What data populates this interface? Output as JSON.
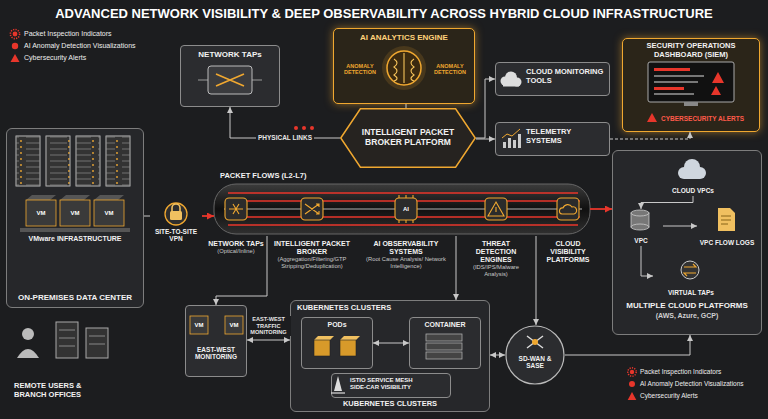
{
  "diagram": {
    "title": "ADVANCED NETWORK VISIBILITY & DEEP OBSERVABILITY ACROSS HYBRID CLOUD INFRASTRUCTURE",
    "nodes": [
      {
        "text": [
          "NETWORK TAPs"
        ]
      },
      {
        "text": [
          "AI ANALYTICS ENGINE",
          "ANOMALY DETECTION",
          "ANOMALY DETECTION"
        ]
      },
      {
        "text": [
          "CLOUD MONITORING TOOLS"
        ]
      },
      {
        "text": [
          "SECURITY OPERATIONS DASHBOARD (SIEM)",
          "CYBERSECURITY ALERTS"
        ]
      },
      {
        "text": [
          "INTELLIGENT PACKET BROKER PLATFORM"
        ]
      },
      {
        "text": [
          "TELEMETRY SYSTEMS"
        ]
      },
      {
        "text": [
          "VMware INFRASTRUCTURE",
          "ON-PREMISES DATA CENTER"
        ]
      },
      {
        "text": [
          "SITE-TO-SITE VPN"
        ]
      },
      {
        "text": [
          "PACKET FLOWS (L2-L7)"
        ]
      },
      {
        "text": [
          "NETWORK TAPs",
          "(Optical/Inline)"
        ]
      },
      {
        "text": [
          "INTELLIGENT PACKET BROKER",
          "(Aggregation/Filtering/GTP Stripping/Deduplication)"
        ]
      },
      {
        "text": [
          "AI OBSERVABILITY SYSTEMS",
          "(Root Cause Analysis/ Network Intelligence)"
        ]
      },
      {
        "text": [
          "THREAT DETECTION ENGINES",
          "(IDS/IPS/Malware Analysis)"
        ]
      },
      {
        "text": [
          "CLOUD VISIBILITY PLATFORMS"
        ]
      },
      {
        "text": [
          "MULTIPLE CLOUD PLATFORMS",
          "(AWS, Azure, GCP)"
        ]
      },
      {
        "text": [
          "CLOUD VPCs"
        ],
        "in": 14
      },
      {
        "text": [
          "VPC"
        ],
        "in": 14
      },
      {
        "text": [
          "VPC FLOW LOGS"
        ],
        "in": 14
      },
      {
        "text": [
          "VIRTUAL TAPs"
        ],
        "in": 14
      },
      {
        "text": [
          "KUBERNETES CLUSTERS",
          "KUBERNETES CLUSTERS"
        ]
      },
      {
        "text": [
          "PODs"
        ],
        "in": 19
      },
      {
        "text": [
          "CONTAINER"
        ],
        "in": 19
      },
      {
        "text": [
          "ISTIO SERVICE MESH",
          "SIDE-CAR VISIBILITY"
        ],
        "in": 19
      },
      {
        "text": [
          "EAST-WEST MONITORING"
        ]
      },
      {
        "text": [
          "SD-WAN & SASE"
        ]
      },
      {
        "text": [
          "REMOTE USERS & BRANCH OFFICES"
        ]
      }
    ],
    "edges": [
      {
        "from": 4,
        "to": 0,
        "arrow": "to",
        "label": "PHYSICAL LINKS"
      },
      {
        "from": 1,
        "to": 4,
        "arrow": "none"
      },
      {
        "from": 4,
        "to": 2,
        "arrow": "to"
      },
      {
        "from": 4,
        "to": 5,
        "arrow": "to"
      },
      {
        "from": 5,
        "to": 3,
        "arrow": "to"
      },
      {
        "from": 6,
        "to": 7,
        "arrow": "none"
      },
      {
        "from": 7,
        "to": 8,
        "arrow": "to"
      },
      {
        "from": 8,
        "to": 14,
        "arrow": "to"
      },
      {
        "from": 8,
        "to": 23,
        "arrow": "to"
      },
      {
        "from": 8,
        "to": 19,
        "arrow": "to"
      },
      {
        "from": 8,
        "to": 24,
        "arrow": "to"
      },
      {
        "from": 23,
        "to": 19,
        "arrow": "both",
        "label": "EAST-WEST TRAFFIC MONITORING"
      },
      {
        "from": 19,
        "to": 24,
        "arrow": "both"
      },
      {
        "from": 24,
        "to": 14,
        "arrow": "to"
      },
      {
        "from": 20,
        "to": 21,
        "arrow": "both"
      },
      {
        "from": 15,
        "to": 16,
        "arrow": "to"
      },
      {
        "from": 16,
        "to": 17,
        "arrow": "to"
      },
      {
        "from": 16,
        "to": 18,
        "arrow": "to"
      }
    ],
    "labels": [
      "VM",
      "VM",
      "VM",
      "VM",
      "VM",
      "AI"
    ],
    "legend": [
      {
        "text": "Packet Inspection Indicators"
      },
      {
        "text": "AI Anomaly Detection Visualizations"
      },
      {
        "text": "Cybersecurity Alerts"
      },
      {
        "text": "Packet Inspection Indicators"
      },
      {
        "text": "AI Anomaly Detection Visualizations"
      },
      {
        "text": "Cybersecurity Alerts"
      }
    ]
  }
}
